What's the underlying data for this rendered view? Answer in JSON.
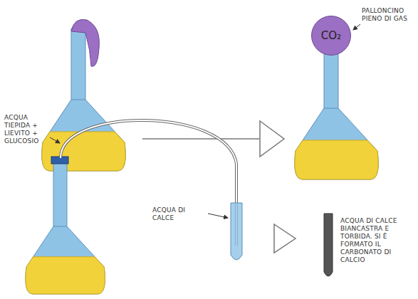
{
  "diagram": {
    "nodes": [
      {
        "text": [
          "CO₂"
        ]
      }
    ],
    "labels": [
      "ACQUA TIEPIDA + LIEVITO + GLUCOSIO",
      "PALLONCINO PIENO DI GAS",
      "ACQUA DI CALCE",
      "ACQUA DI CALCE BIANCASTRA E TORBIDA. SI È FORMATO IL CARBONATO DI CALCIO"
    ]
  }
}
